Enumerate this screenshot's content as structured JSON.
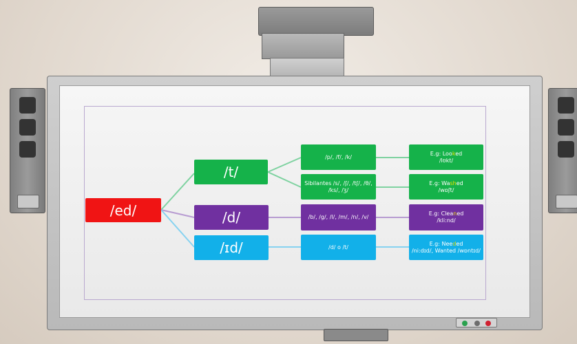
{
  "colors": {
    "root": "#f01414",
    "t_branch": "#15b24a",
    "d_branch": "#7030a0",
    "id_branch": "#12b0e9"
  },
  "root": {
    "label": "/ed/"
  },
  "branches": [
    {
      "label": "/t/"
    },
    {
      "label": "/d/"
    },
    {
      "label": "/ɪd/"
    }
  ],
  "sounds": [
    {
      "text": "/p/, /f/, /k/"
    },
    {
      "text": "Sibilantes /s/, /ʃ/, /tʃ/, /θ/, /ks/, /ʒ/"
    },
    {
      "text": "/b/, /g/, /l/, /m/, /n/, /v/"
    },
    {
      "text": "/d/ o /t/"
    }
  ],
  "examples": [
    {
      "prefix": "E.g: Loo",
      "hl": "k",
      "suffix": "ed",
      "ipa": "/lʊkt/"
    },
    {
      "prefix": "E.g: Wa",
      "hl": "sh",
      "suffix": "ed",
      "ipa": "/wɒʃt/"
    },
    {
      "prefix": "E.g: Clea",
      "hl": "n",
      "suffix": "ed",
      "ipa": "/kli:nd/"
    },
    {
      "prefix": "E.g: Nee",
      "hl": "d",
      "suffix": "ed",
      "ipa": "/ni:dɪd/, Wanted /wɒntɪd/"
    }
  ]
}
